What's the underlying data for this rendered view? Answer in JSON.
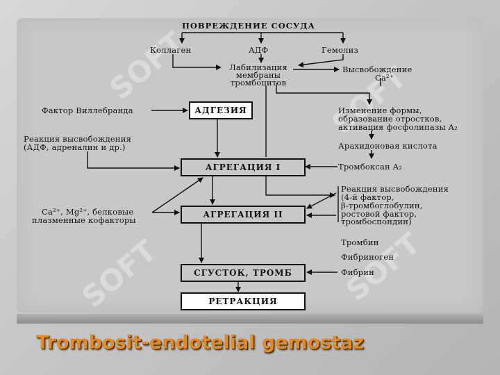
{
  "diagram": {
    "top": "ПОВРЕЖДЕНИЕ СОСУДА",
    "kollagen": "Коллаген",
    "adf": "АДФ",
    "gemoliz": "Гемолиз",
    "labil_1": "Лабилизация",
    "labil_2": "мембраны",
    "labil_3": "тромбоцитов",
    "vysv_1": "Высвобождение",
    "vysv_2": "Ca²⁺",
    "willebrand": "Фактор Виллебранда",
    "adgeziya": "АДГЕЗИЯ",
    "izm_1": "Изменение формы,",
    "izm_2": "образование отростков,",
    "izm_3": "активация фосфолипазы A₂",
    "reak1_1": "Реакция высвобождения",
    "reak1_2": "(АДФ, адреналин и др.)",
    "arakh": "Арахидоновая кислота",
    "agreg1": "АГРЕГАЦИЯ I",
    "tromboksan": "Тромбоксан A₂",
    "reak2_1": "Реакция высвобождения",
    "reak2_2": "(4-й фактор,",
    "reak2_3": "β-тромбоглобулин,",
    "reak2_4": "ростовой фактор,",
    "reak2_5": "тромбоспондин)",
    "kof_1": "Ca²⁺, Mg²⁺, белковые",
    "kof_2": "плазменные кофакторы",
    "agreg2": "АГРЕГАЦИЯ II",
    "trombin": "Тромбин",
    "fibrinogen": "Фибриноген",
    "fibrin": "Фибрин",
    "sgustok": "СГУСТОК, ТРОМБ",
    "retrak": "РЕТРАКЦИЯ"
  },
  "slide": {
    "title": "Trombosit-endotelial gemostaz",
    "title_color": "#e48b24"
  },
  "watermark": "SOFT"
}
